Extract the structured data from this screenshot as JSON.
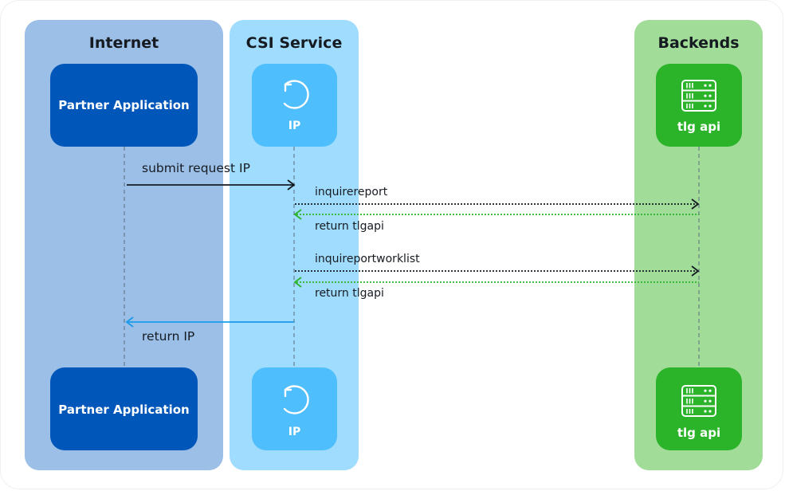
{
  "lanes": {
    "internet": {
      "title": "Internet",
      "color": "#9bbfe6"
    },
    "csi": {
      "title": "CSI Service",
      "color": "#9fdcfd"
    },
    "backends": {
      "title": "Backends",
      "color": "#a1dd98"
    }
  },
  "participants": {
    "partner": {
      "label": "Partner Application",
      "color": "#0056b9"
    },
    "ip": {
      "label": "IP",
      "icon": "refresh-cycle-icon",
      "color": "#4fbefc"
    },
    "tlg": {
      "label": "tlg api",
      "icon": "server-rack-icon",
      "color": "#2bb32a"
    }
  },
  "messages": [
    {
      "label": "submit request IP",
      "style": "solid",
      "color": "#161b22"
    },
    {
      "label": "inquirereport",
      "style": "dotted",
      "color": "#161b22"
    },
    {
      "label": "return tlgapi",
      "style": "dotted",
      "color": "#2bb32a"
    },
    {
      "label": "inquireportworklist",
      "style": "dotted",
      "color": "#161b22"
    },
    {
      "label": "return tlgapi",
      "style": "dotted",
      "color": "#2bb32a"
    },
    {
      "label": "return IP",
      "style": "solid",
      "color": "#1a9be9"
    }
  ]
}
